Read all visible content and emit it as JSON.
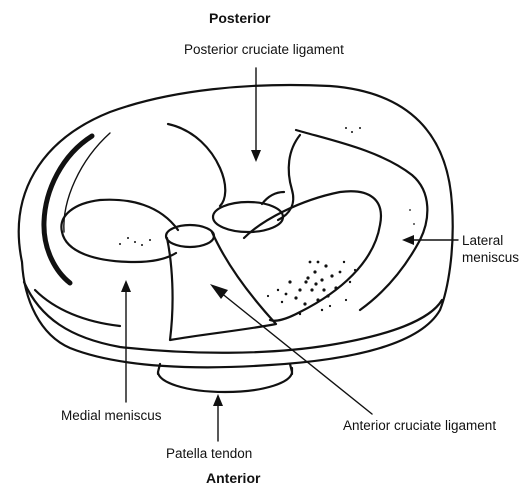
{
  "labels": {
    "posterior": "Posterior",
    "posterior_cruciate_ligament": "Posterior cruciate ligament",
    "lateral_meniscus_line1": "Lateral",
    "lateral_meniscus_line2": "meniscus",
    "medial_meniscus": "Medial meniscus",
    "anterior_cruciate_ligament": "Anterior cruciate ligament",
    "patella_tendon": "Patella tendon",
    "anterior": "Anterior"
  },
  "colors": {
    "ink": "#111111",
    "background": "#ffffff"
  }
}
